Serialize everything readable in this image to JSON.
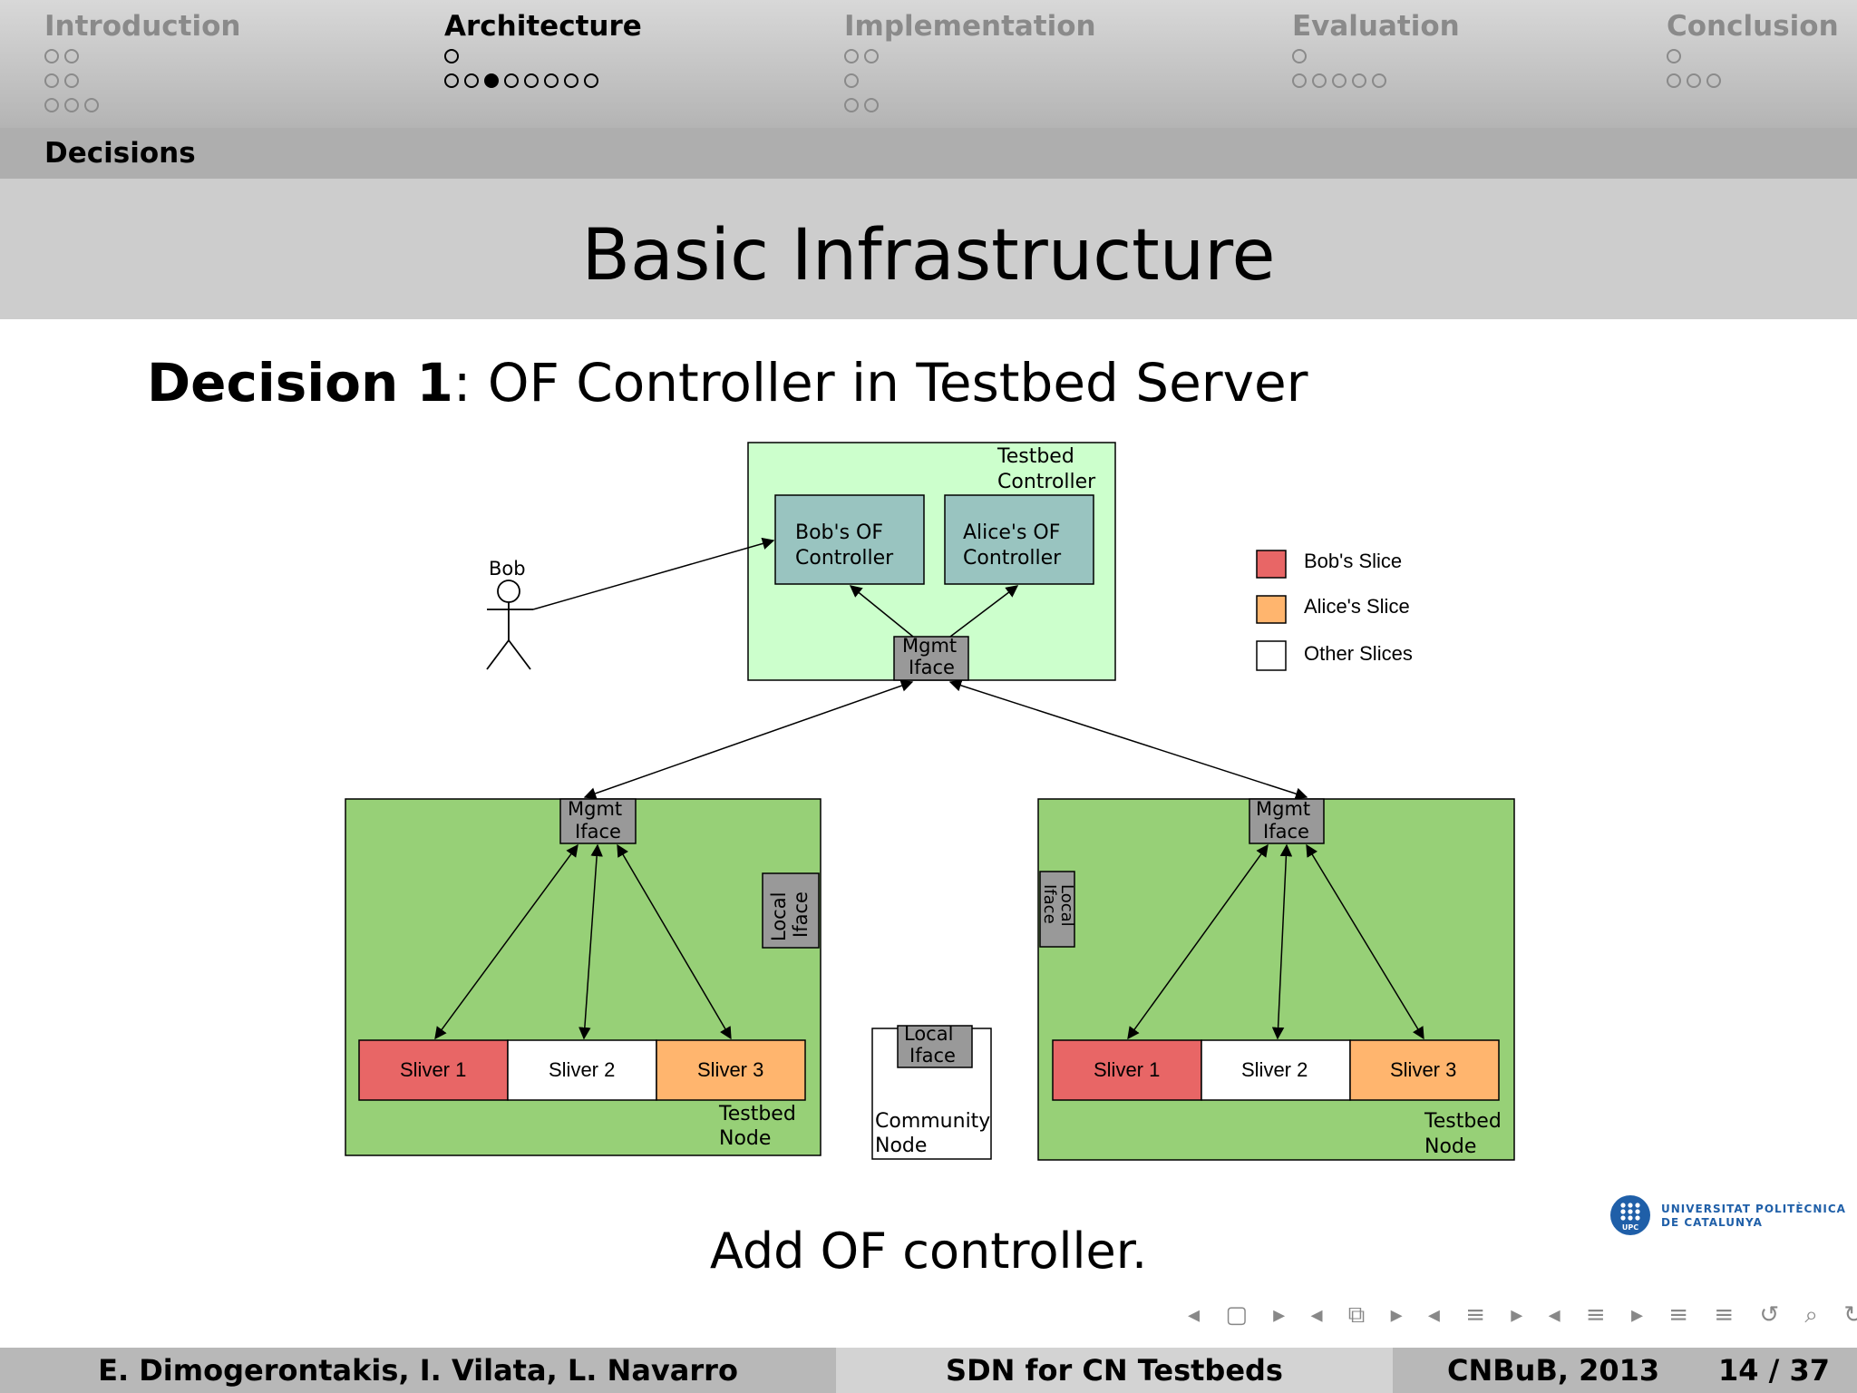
{
  "nav": {
    "sections": [
      {
        "title": "Introduction",
        "dots": [
          2,
          2,
          3
        ],
        "active": false,
        "current": -1
      },
      {
        "title": "Architecture",
        "dots": [
          1,
          8
        ],
        "active": true,
        "current": 3
      },
      {
        "title": "Implementation",
        "dots": [
          2,
          1,
          2
        ],
        "active": false,
        "current": -1
      },
      {
        "title": "Evaluation",
        "dots": [
          1,
          5
        ],
        "active": false,
        "current": -1
      },
      {
        "title": "Conclusion",
        "dots": [
          1,
          3
        ],
        "active": false,
        "current": -1
      }
    ]
  },
  "subsection": "Decisions",
  "frame_title": "Basic Infrastructure",
  "decision": {
    "label": "Decision 1",
    "text": ": OF Controller in Testbed Server"
  },
  "diagram": {
    "testbed_controller": [
      "Testbed",
      "Controller"
    ],
    "bobs_of_controller": [
      "Bob's OF",
      "Controller"
    ],
    "alices_of_controller": [
      "Alice's OF",
      "Controller"
    ],
    "mgmt_iface": [
      "Mgmt",
      "Iface"
    ],
    "local_iface": [
      "Local",
      "Iface"
    ],
    "bob_label": "Bob",
    "sliver_1": "Sliver 1",
    "sliver_2": "Sliver 2",
    "sliver_3": "Sliver 3",
    "testbed_node": [
      "Testbed",
      "Node"
    ],
    "community_node": [
      "Community",
      "Node"
    ],
    "legend": [
      {
        "label": "Bob's Slice",
        "color": "#e86666"
      },
      {
        "label": "Alice's Slice",
        "color": "#ffb56e"
      },
      {
        "label": "Other Slices",
        "color": "#ffffff"
      }
    ],
    "colors": {
      "controller_bg": "#ccffcc",
      "of_controller": "#99c4c0",
      "node_bg": "#97d077",
      "iface": "#999999"
    }
  },
  "caption": "Add OF controller.",
  "logo": {
    "line1": "UNIVERSITAT POLITÈCNICA",
    "line2": "DE CATALUNYA",
    "mark": "UPC"
  },
  "footer": {
    "authors": "E. Dimogerontakis, I. Vilata, L. Navarro",
    "title": "SDN for CN Testbeds",
    "conference": "CNBuB, 2013",
    "page": "14 / 37"
  },
  "nav_controls": "◂ ▢ ▸ ◂ ⧉ ▸ ◂ ≡ ▸ ◂ ≡ ▸ ≡ ≡ ↺ ⌕ ↻"
}
